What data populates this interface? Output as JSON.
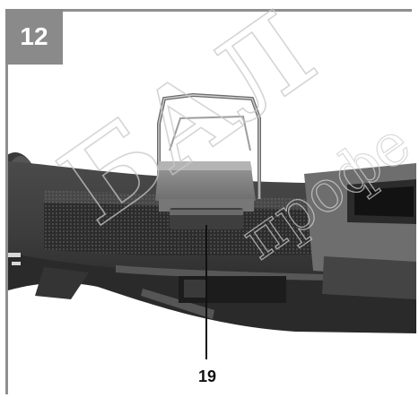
{
  "figure": {
    "step_number": "12",
    "callout_label": "19"
  },
  "watermark": {
    "large_text": "БАЛ",
    "small_text": "профе"
  },
  "colors": {
    "badge_bg": "#8a8a8a",
    "frame": "#8f8f8f",
    "callout": "#111111"
  }
}
